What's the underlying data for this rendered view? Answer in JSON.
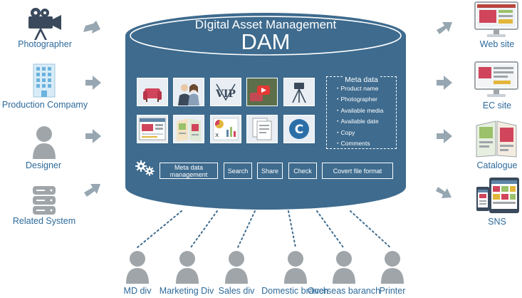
{
  "dam": {
    "title": "DIgital Asset Management",
    "abbr": "DAM"
  },
  "sources": [
    {
      "label": "Photographer",
      "icon": "video-camera-icon"
    },
    {
      "label": "Production Compamy",
      "icon": "office-building-icon"
    },
    {
      "label": "Designer",
      "icon": "person-icon"
    },
    {
      "label": "Related System",
      "icon": "database-server-icon"
    }
  ],
  "outputs": [
    {
      "label": "Web site",
      "icon": "desktop-monitor-icon"
    },
    {
      "label": "EC site",
      "icon": "desktop-monitor-icon"
    },
    {
      "label": "Catalogue",
      "icon": "catalogue-booklet-icon"
    },
    {
      "label": "SNS",
      "icon": "mobile-devices-icon"
    }
  ],
  "metadata": {
    "heading": "Meta data",
    "items": [
      "・Product name",
      "・Photographer",
      "・Available media",
      "・Available date",
      "・Copy",
      "・Comments"
    ]
  },
  "functions": [
    {
      "label": "Meta data management"
    },
    {
      "label": "Search"
    },
    {
      "label": "Share"
    },
    {
      "label": "Check"
    },
    {
      "label": "Covert file format"
    }
  ],
  "divisions": [
    {
      "label": "MD div"
    },
    {
      "label": "Marketing Div"
    },
    {
      "label": "Sales div"
    },
    {
      "label": "Domestic branch"
    },
    {
      "label": "Overseas baranch"
    },
    {
      "label": "Printer"
    }
  ],
  "colors": {
    "cylinder_body": "#3e6b8e",
    "cylinder_top": "#ffffff",
    "label_blue": "#2d6a9b",
    "arrow_gray": "#97a7b2",
    "icon_gray": "#9fa5a9",
    "icon_navy": "#3a4a5c"
  }
}
